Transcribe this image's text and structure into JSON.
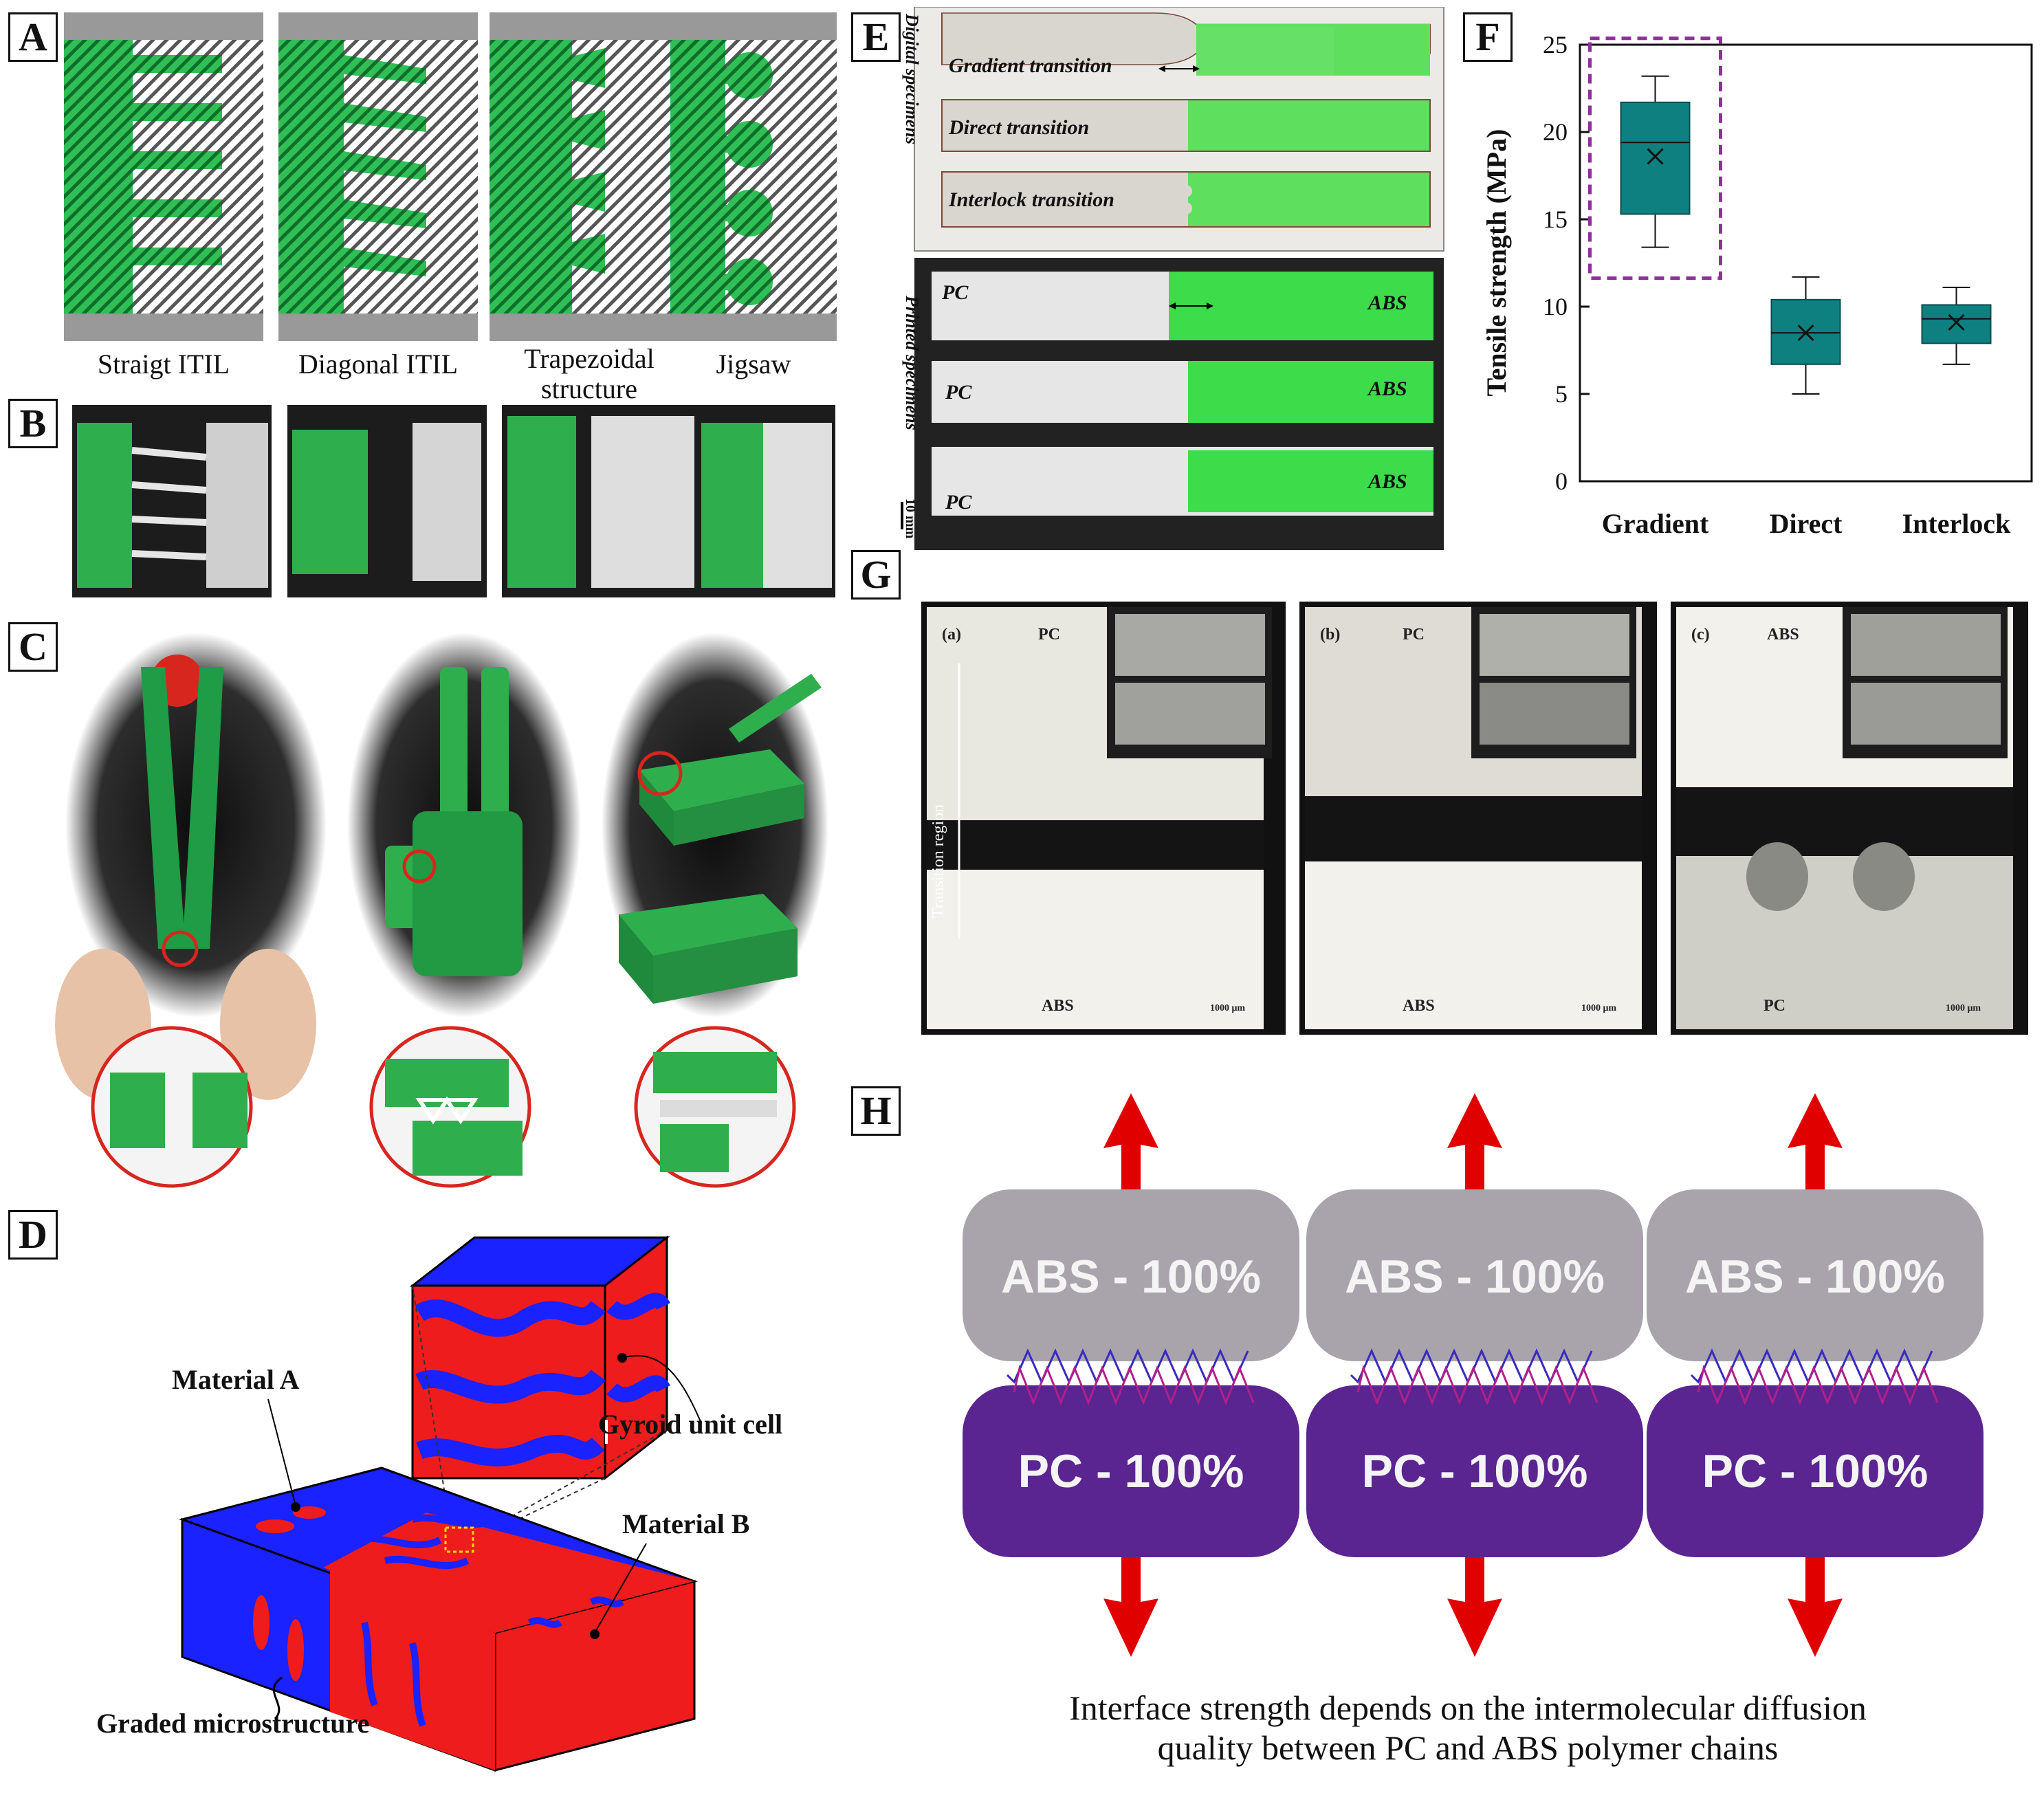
{
  "panels": {
    "a": "A",
    "b": "B",
    "c": "C",
    "d": "D",
    "e": "E",
    "f": "F",
    "g": "G",
    "h": "H"
  },
  "panelA": {
    "captions": [
      "Straigt ITIL",
      "Diagonal ITIL",
      "Trapezoidal structure",
      "Jigsaw"
    ]
  },
  "panelD": {
    "material_a": "Material A",
    "material_b": "Material B",
    "unit_cell": "Gyroid unit cell",
    "graded": "Graded microstructure"
  },
  "panelE": {
    "digital_group": "Digital specimens",
    "printed_group": "Printed specimens",
    "digital": [
      "Gradient transition",
      "Direct transition",
      "Interlock transition"
    ],
    "pc": "PC",
    "abs": "ABS",
    "scale": "10 mm"
  },
  "chart_data": {
    "type": "box",
    "categories": [
      "Gradient",
      "Direct",
      "Interlock"
    ],
    "ylabel": "Tensile strength (MPa)",
    "ylim": [
      0,
      25
    ],
    "yticks": [
      0,
      5,
      10,
      15,
      20,
      25
    ],
    "series": [
      {
        "values": [
          {
            "min": 13.4,
            "q1": 15.3,
            "median": 19.4,
            "q3": 21.7,
            "max": 23.2,
            "mean": 18.6
          },
          {
            "min": 5.0,
            "q1": 6.7,
            "median": 8.5,
            "q3": 10.4,
            "max": 11.7,
            "mean": 8.5
          },
          {
            "min": 6.7,
            "q1": 7.9,
            "median": 9.3,
            "q3": 10.1,
            "max": 11.1,
            "mean": 9.1
          }
        ]
      }
    ],
    "box_color": "#0f8080",
    "highlight_color": "#8e2f9c"
  },
  "panelG": {
    "images": [
      {
        "tag": "(a)",
        "top": "PC",
        "bottom": "ABS",
        "scale": "1000 μm",
        "side": "Transition region"
      },
      {
        "tag": "(b)",
        "top": "PC",
        "bottom": "ABS",
        "scale": "1000 μm"
      },
      {
        "tag": "(c)",
        "top": "ABS",
        "bottom": "PC",
        "scale": "1000 μm"
      }
    ]
  },
  "panelH": {
    "abs_label": "ABS - 100%",
    "pc_label": "PC - 100%",
    "caption_line1": "Interface strength depends on the intermolecular diffusion",
    "caption_line2": "quality between PC and ABS polymer chains",
    "abs_color": "#a9a4ab",
    "pc_color": "#5a2590",
    "arrow_color": "#e00000"
  }
}
